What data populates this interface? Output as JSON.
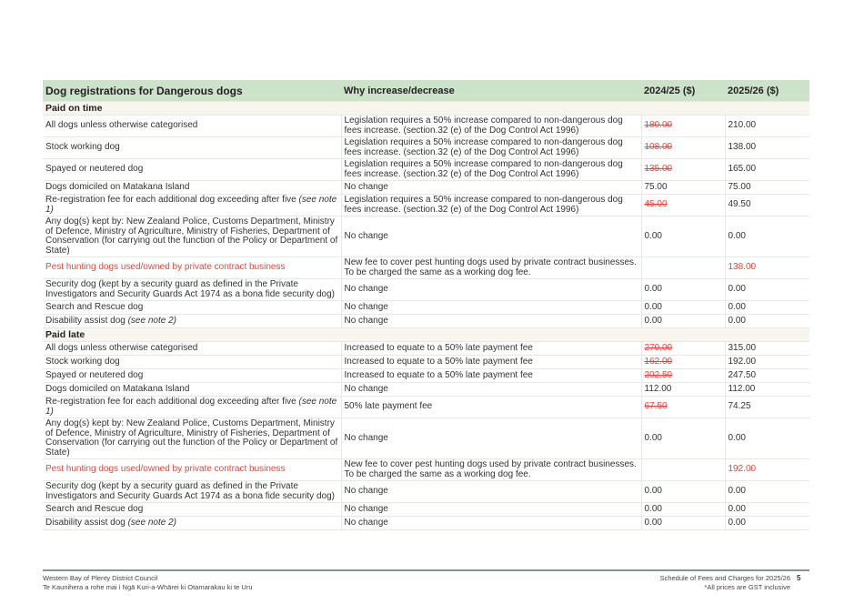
{
  "table": {
    "headers": [
      "Dog registrations for Dangerous dogs",
      "Why increase/decrease",
      "2024/25 ($)",
      "2025/26 ($)"
    ],
    "sections": [
      {
        "title": "Paid on time",
        "rows": [
          {
            "name": "All dogs unless otherwise categorised",
            "why": "Legislation requires a 50% increase compared to non-dangerous dog fees increase. (section.32 (e) of the Dog Control Act 1996)",
            "old": "180.00",
            "old_struck": true,
            "new": "210.00"
          },
          {
            "name": "Stock working dog",
            "why": "Legislation requires a 50% increase compared to non-dangerous dog fees increase. (section.32 (e) of the Dog Control Act 1996)",
            "old": "108.00",
            "old_struck": true,
            "new": "138.00"
          },
          {
            "name": "Spayed or neutered dog",
            "why": "Legislation requires a 50% increase compared to non-dangerous dog fees increase. (section.32 (e) of the Dog Control Act 1996)",
            "old": "135.00",
            "old_struck": true,
            "new": "165.00"
          },
          {
            "name": "Dogs domiciled on Matakana Island",
            "why": "No change",
            "old": "75.00",
            "new": "75.00"
          },
          {
            "name": "Re-registration fee for each additional dog exceeding after five",
            "note": "(see note 1)",
            "why": "Legislation requires a 50% increase compared to non-dangerous dog fees increase. (section.32 (e) of the Dog Control Act 1996)",
            "old": "45.00",
            "old_struck": true,
            "new": "49.50"
          },
          {
            "name": "Any dog(s) kept by: New Zealand Police, Customs Department, Ministry of Defence, Ministry of Agriculture, Ministry of Fisheries, Department of Conservation (for carrying out the function of the Policy or Department of State)",
            "why": "No change",
            "old": "0.00",
            "new": "0.00"
          },
          {
            "name": "Pest hunting dogs used/owned by private contract business",
            "highlight": true,
            "why": "New fee to cover pest hunting dogs used by private contract businesses. To be charged the same as a working dog fee.",
            "old": "",
            "new": "138.00"
          },
          {
            "name": "Security dog (kept by a security guard as defined in the Private Investigators and Security Guards Act 1974 as a bona fide security dog)",
            "why": "No change",
            "old": "0.00",
            "new": "0.00"
          },
          {
            "name": "Search and Rescue dog",
            "why": "No change",
            "old": "0.00",
            "new": "0.00"
          },
          {
            "name": "Disability assist dog",
            "note": "(see note 2)",
            "why": "No change",
            "old": "0.00",
            "new": "0.00"
          }
        ]
      },
      {
        "title": "Paid late",
        "rows": [
          {
            "name": "All dogs unless otherwise categorised",
            "why": "Increased to equate to a 50% late payment fee",
            "old": "270.00",
            "old_struck": true,
            "new": "315.00"
          },
          {
            "name": "Stock working dog",
            "why": "Increased to equate to a 50% late payment fee",
            "old": "162.00",
            "old_struck": true,
            "new": "192.00"
          },
          {
            "name": "Spayed or neutered dog",
            "why": "Increased to equate to a 50% late payment fee",
            "old": "202.50",
            "old_struck": true,
            "new": "247.50"
          },
          {
            "name": "Dogs domiciled on Matakana Island",
            "why": "No change",
            "old": "112.00",
            "new": "112.00"
          },
          {
            "name": "Re-registration fee for each additional dog exceeding after five",
            "note": "(see note 1)",
            "why": "50% late payment fee",
            "old": "67.50",
            "old_struck": true,
            "new": "74.25"
          },
          {
            "name": "Any dog(s) kept by: New Zealand Police, Customs Department, Ministry of Defence, Ministry of Agriculture, Ministry of Fisheries, Department of Conservation (for carrying out the function of the Policy or Department of State)",
            "why": "No change",
            "old": "0.00",
            "new": "0.00"
          },
          {
            "name": "Pest hunting dogs used/owned by private contract business",
            "highlight": true,
            "why": "New fee to cover pest hunting dogs used by private contract businesses. To be charged the same as a working dog fee.",
            "old": "",
            "new": "192.00"
          },
          {
            "name": "Security dog (kept by a security guard as defined in the Private Investigators and Security Guards Act 1974 as a bona fide security dog)",
            "why": "No change",
            "old": "0.00",
            "new": "0.00"
          },
          {
            "name": "Search and Rescue dog",
            "why": "No change",
            "old": "0.00",
            "new": "0.00"
          },
          {
            "name": "Disability assist dog",
            "note": "(see note 2)",
            "why": "No change",
            "old": "0.00",
            "new": "0.00"
          }
        ]
      }
    ]
  },
  "footer": {
    "org": "Western Bay of Plenty District Council",
    "org_maori": "Te Kaunihera a rohe mai i Ngā Kuri-a-Whārei ki Otamarakau ki te Uru",
    "doc_title": "Schedule of Fees and Charges for 2025/26",
    "gst_note": "*All prices are GST inclusive",
    "page": "5"
  },
  "colors": {
    "header": "#cde3c9",
    "section": "#f8f5ef",
    "change": "#e8463a"
  }
}
